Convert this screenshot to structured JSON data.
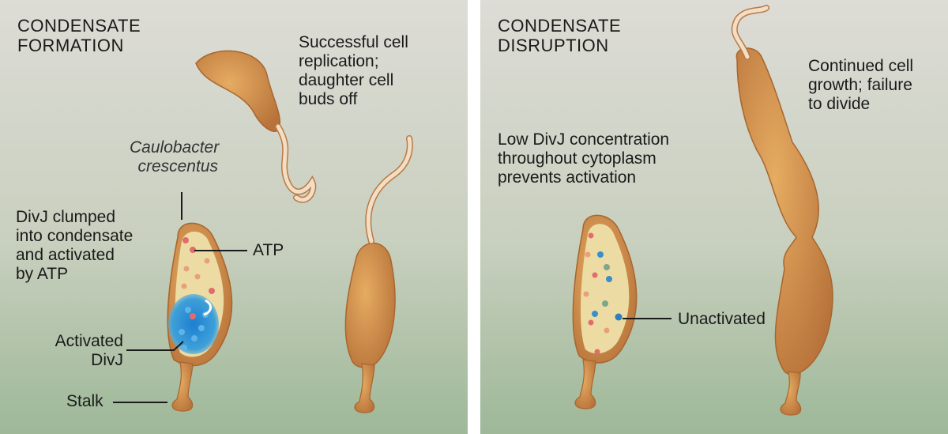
{
  "panels": [
    {
      "title": "CONDENSATE\nFORMATION",
      "labels": {
        "replication": "Successful cell\nreplication;\ndaughter cell\nbuds off",
        "species": "Caulobacter\ncrescentus",
        "clumped": "DivJ clumped\ninto condensate\nand activated\nby ATP",
        "atp": "ATP",
        "activated": "Activated\nDivJ",
        "stalk": "Stalk"
      }
    },
    {
      "title": "CONDENSATE\nDISRUPTION",
      "labels": {
        "growth": "Continued cell\ngrowth; failure\nto divide",
        "low": "Low DivJ concentration\nthroughout cytoplasm\nprevents activation",
        "unactivated": "Unactivated"
      }
    }
  ],
  "colors": {
    "background_top": "#dcdcd6",
    "background_bottom": "#9fb89a",
    "cell_body": "#d89a52",
    "cell_interior": "#ecdda6",
    "flagellum": "#f0dcc0",
    "condensate": "#2f86c8",
    "atp_dot": "#e06a6a",
    "divj_dot": "#3a8fc9",
    "leader_line": "#1a1a1a"
  }
}
